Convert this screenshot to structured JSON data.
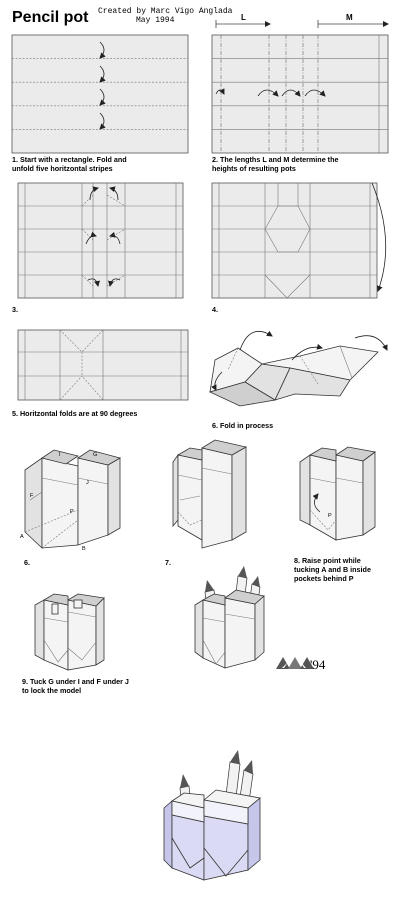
{
  "header": {
    "title": "Pencil pot",
    "credit_line1": "Created by Marc Vigo Anglada",
    "credit_line2": "May 1994"
  },
  "dimensions": {
    "left_label": "L",
    "right_label": "M"
  },
  "steps": {
    "s1_line1": "1. Start with a rectangle. Fold and",
    "s1_line2": "unfold five horitzontal stripes",
    "s2_line1": "2. The lengths L and M determine the",
    "s2_line2": "heights of resulting pots",
    "s3": "3.",
    "s4": "4.",
    "s5": "5. Horitzontal folds are at 90 degrees",
    "s6a": "6. Fold in process",
    "s6b": "6.",
    "s7": "7.",
    "s8_line1": "8. Raise point while",
    "s8_line2": "tucking A and B inside",
    "s8_line3": "pockets behind P",
    "s9_line1": "9. Tuck G under I and F under J",
    "s9_line2": "to lock the model"
  },
  "point_labels": {
    "a": "A",
    "b": "B",
    "p": "P",
    "f": "F",
    "g": "G",
    "i": "I",
    "j": "J"
  },
  "signature": {
    "year": "'94"
  },
  "colors": {
    "paper": "#ebebeb",
    "final_model": "#dadaf4",
    "ink": "#222222"
  }
}
